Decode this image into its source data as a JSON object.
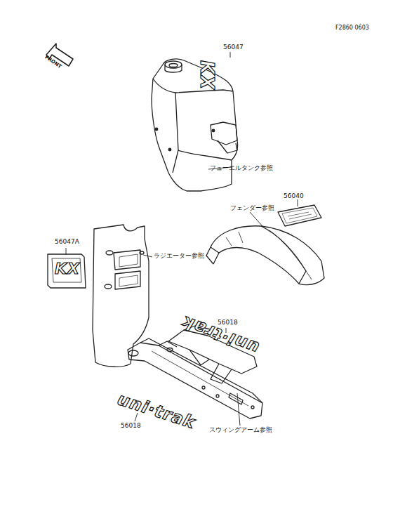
{
  "diagram": {
    "nodes": [
      {
        "text": [
          "FRONT"
        ]
      }
    ],
    "labels": [
      "F2860 0603",
      "56047",
      "KX",
      "フューエルタンク参照",
      "56040",
      "フェンダー参照",
      "56047A",
      "KX",
      "ラジエーター参照",
      "56018",
      "uni·trak",
      "uni·trak",
      "56018",
      "スウィングアーム参照"
    ]
  }
}
